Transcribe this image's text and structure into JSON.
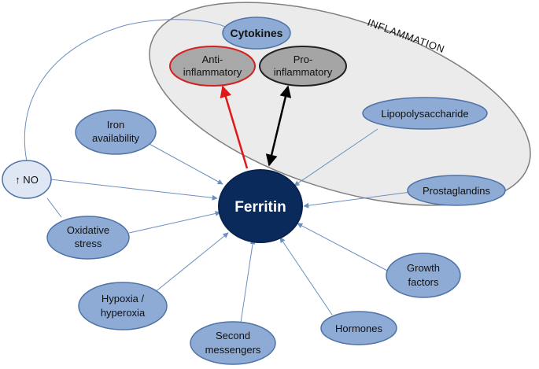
{
  "center": {
    "label": "Ferritin"
  },
  "inflammation": {
    "label": "INFLAMMATION",
    "cytokines": "Cytokines",
    "anti": [
      "Anti-",
      "inflammatory"
    ],
    "pro": [
      "Pro-",
      "inflammatory"
    ],
    "lipopolysaccharide": "Lipopolysaccharide",
    "prostaglandins": "Prostaglandins"
  },
  "factors": {
    "iron": [
      "Iron",
      "availability"
    ],
    "no": "↑ NO",
    "oxidative": [
      "Oxidative",
      "stress"
    ],
    "hypoxia": [
      "Hypoxia /",
      "hyperoxia"
    ],
    "second": [
      "Second",
      "messengers"
    ],
    "hormones": "Hormones",
    "growth": [
      "Growth",
      "factors"
    ]
  },
  "colors": {
    "node_fill": "#8eabd6",
    "node_stroke": "#4f73a6",
    "ferritin_fill": "#0b2a5c",
    "inflammation_fill": "#ebebeb",
    "anti_stroke": "#d42020",
    "pro_fill": "#a5a5a5",
    "arrow_blue": "#6a8fc0",
    "arrow_red": "#e01818",
    "arrow_black": "#000000"
  }
}
